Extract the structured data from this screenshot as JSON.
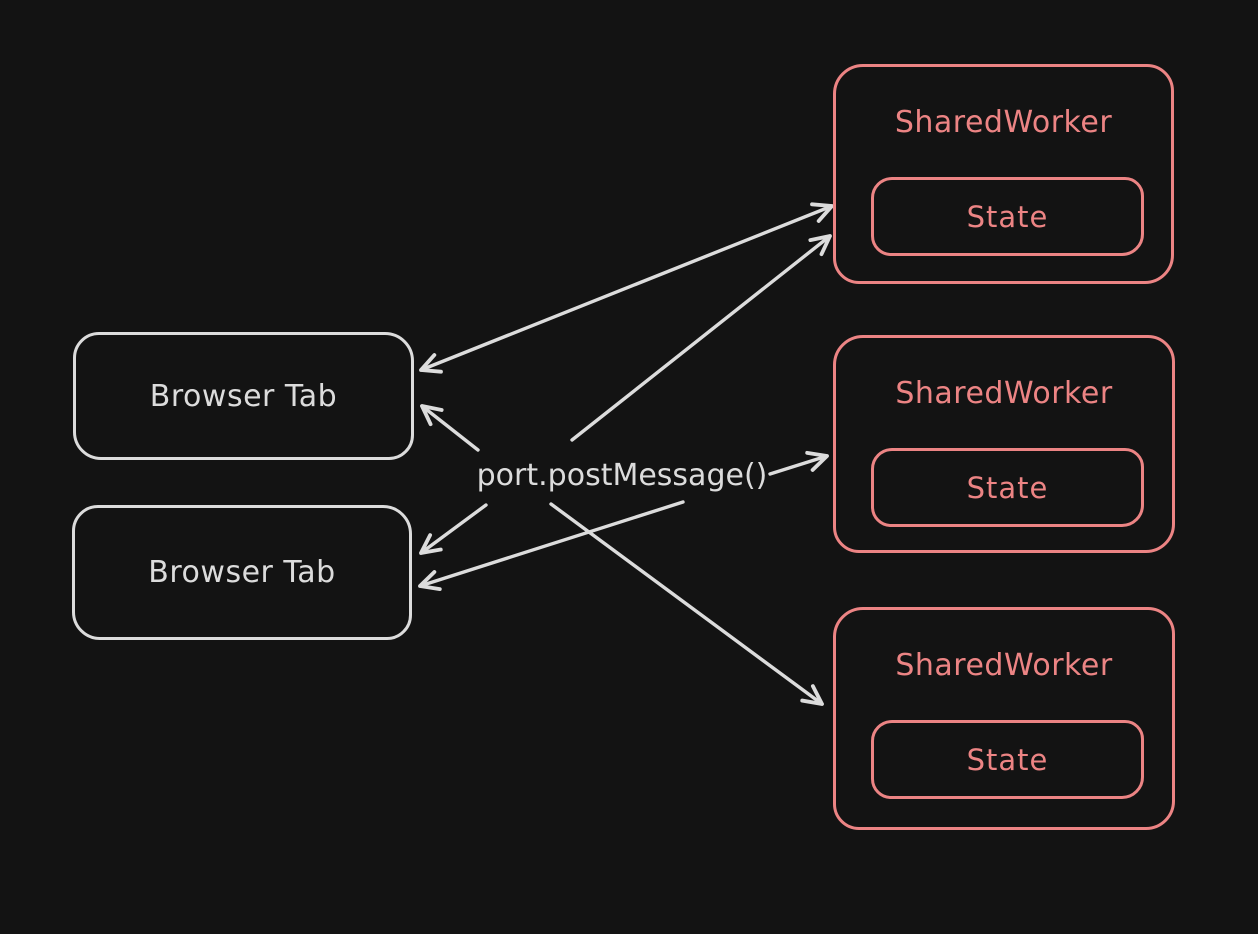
{
  "canvas": {
    "background": "#131313",
    "colors": {
      "light_stroke": "#dcdcdc",
      "accent_stroke": "#ec8484"
    }
  },
  "nodes": {
    "message_label": "port.postMessage()",
    "browser_tabs": [
      {
        "label": "Browser Tab"
      },
      {
        "label": "Browser Tab"
      }
    ],
    "shared_workers": [
      {
        "title": "SharedWorker",
        "state": "State"
      },
      {
        "title": "SharedWorker",
        "state": "State"
      },
      {
        "title": "SharedWorker",
        "state": "State"
      }
    ]
  },
  "edges": [
    {
      "from": "browser-tab-1",
      "to": "shared-worker-1",
      "arrowheads": "both"
    },
    {
      "from": "message-label",
      "to": "shared-worker-1",
      "arrowheads": "end"
    },
    {
      "from": "message-label",
      "to": "browser-tab-1",
      "arrowheads": "end"
    },
    {
      "from": "message-label",
      "to": "shared-worker-2",
      "arrowheads": "end"
    },
    {
      "from": "message-label",
      "to": "browser-tab-2",
      "arrowheads": "end"
    },
    {
      "from": "message-label",
      "to": "browser-tab-2",
      "arrowheads": "end"
    },
    {
      "from": "message-label",
      "to": "shared-worker-3",
      "arrowheads": "end"
    }
  ]
}
